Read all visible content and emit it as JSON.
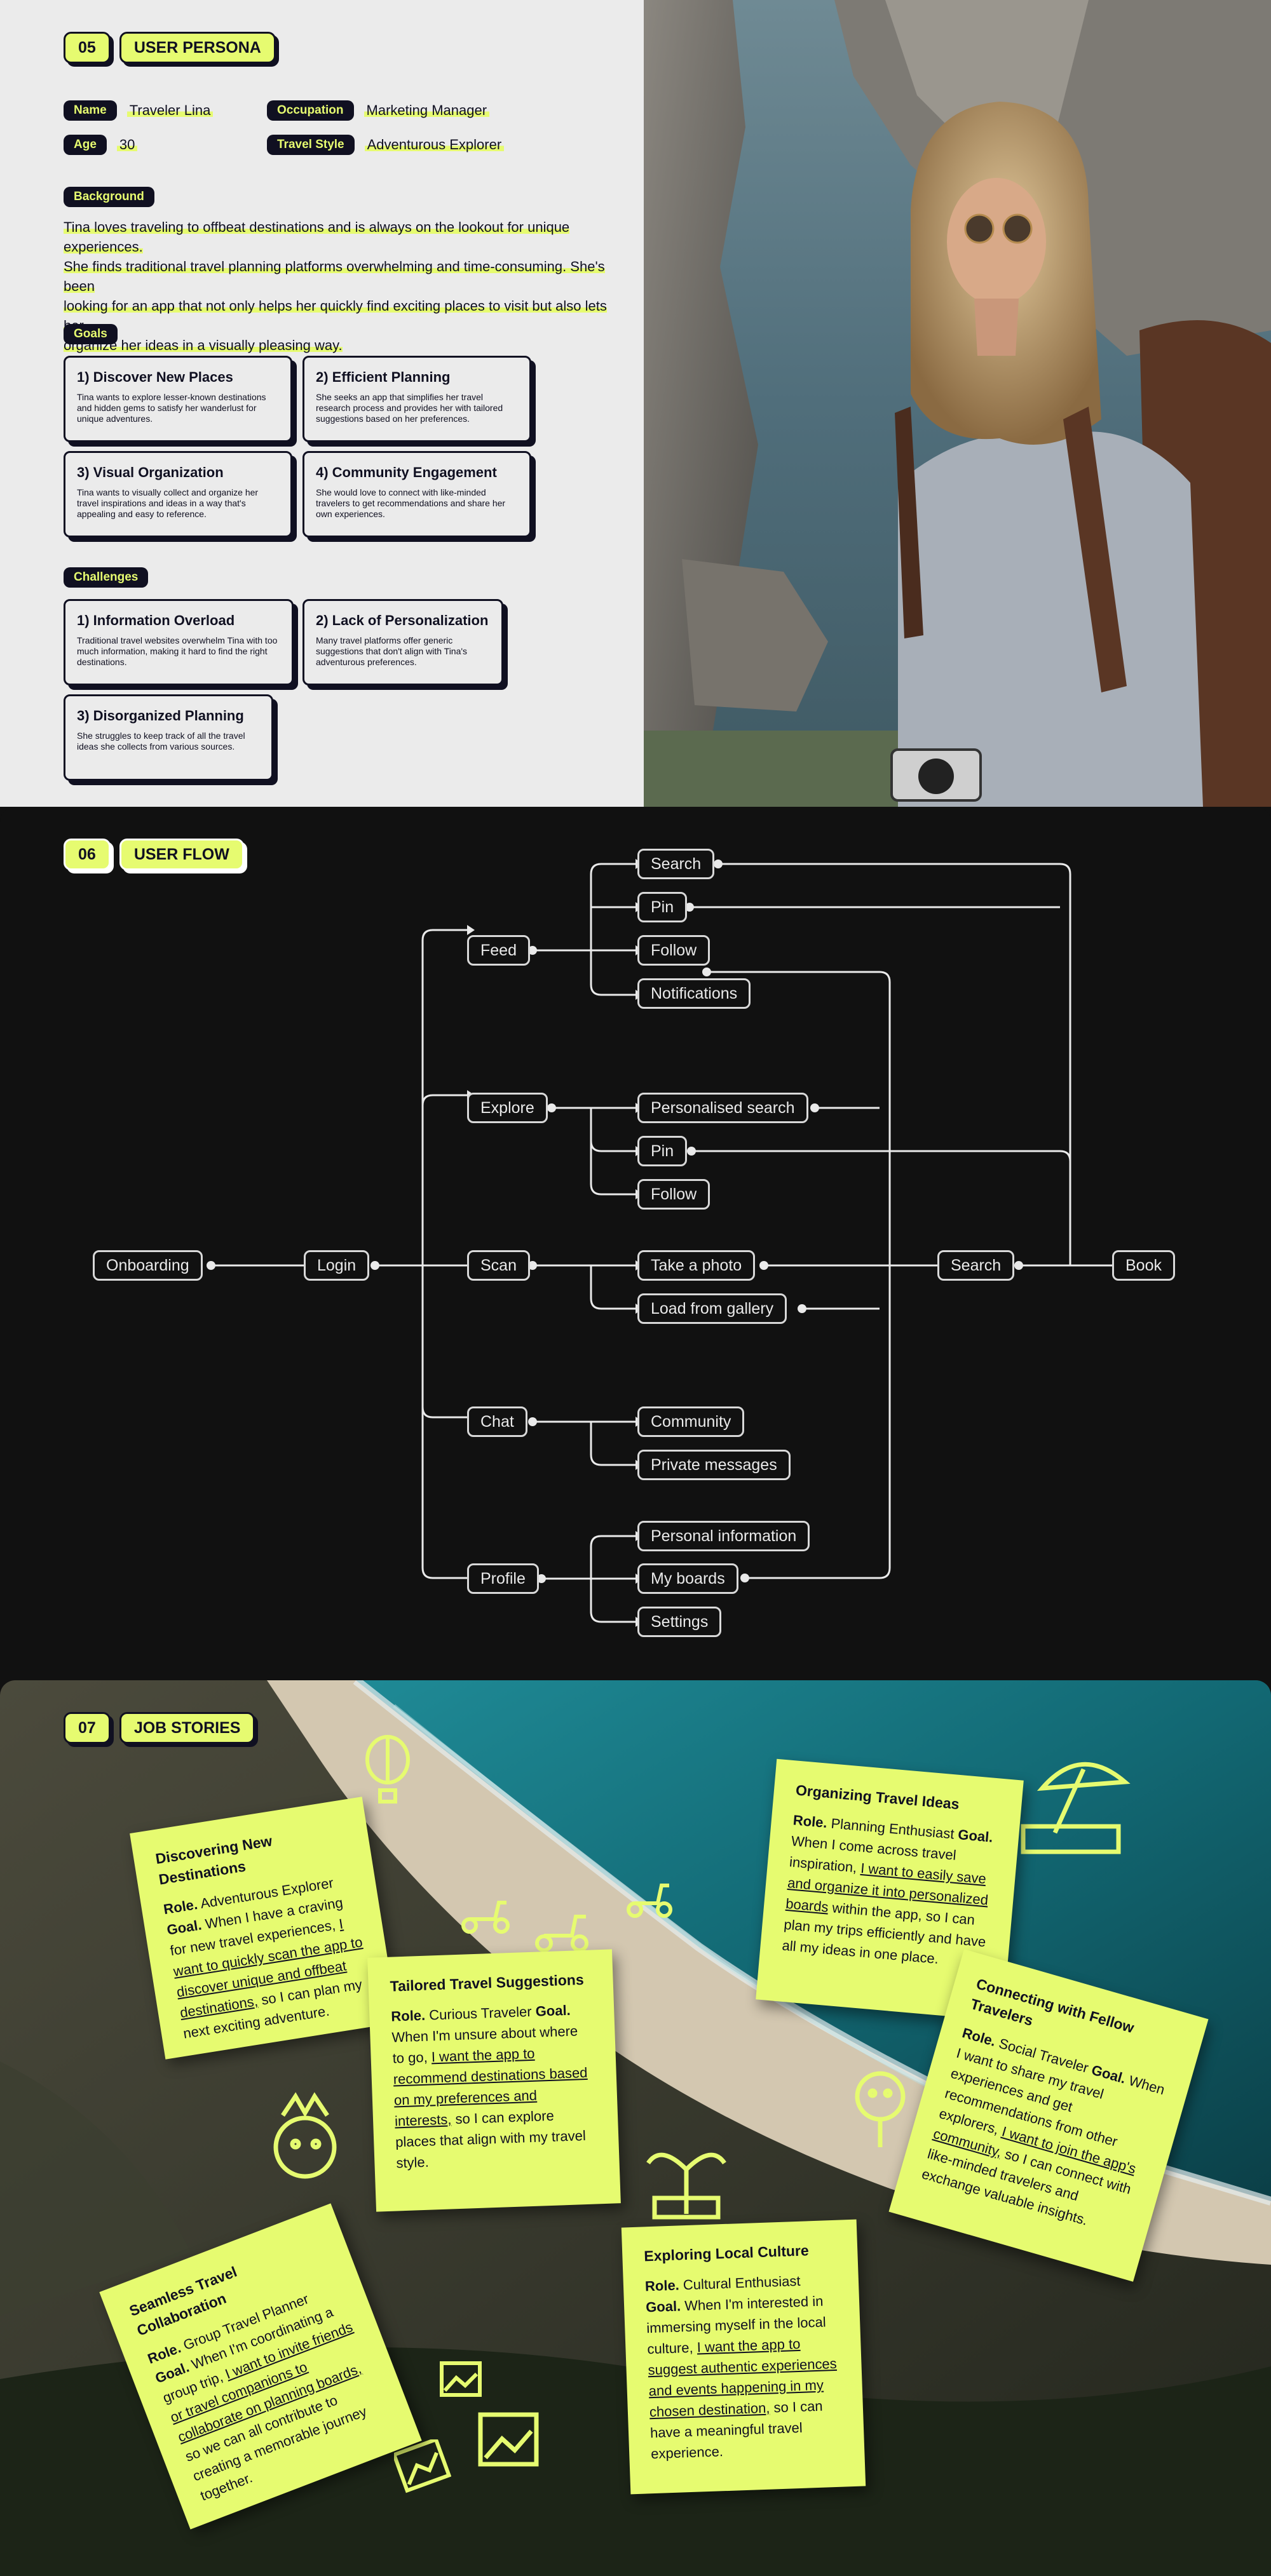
{
  "colors": {
    "accent": "#e6fb70",
    "ink": "#101021",
    "dark": "#111111"
  },
  "persona": {
    "num": "05",
    "title": "USER PERSONA",
    "fields": [
      {
        "label": "Name",
        "value": "Traveler Lina"
      },
      {
        "label": "Occupation",
        "value": "Marketing Manager"
      },
      {
        "label": "Age",
        "value": "30"
      },
      {
        "label": "Travel Style",
        "value": "Adventurous Explorer"
      }
    ],
    "background_label": "Background",
    "background_lines": [
      "Tina loves traveling to offbeat destinations and is always on the lookout for unique experiences.",
      "She finds traditional travel planning platforms overwhelming and time-consuming. She's been",
      "looking for an app that not only helps her quickly find exciting places to visit but also lets her",
      "organize her ideas in a visually pleasing way."
    ],
    "goals_label": "Goals",
    "goals": [
      {
        "title": "1) Discover New Places",
        "text": "Tina wants to explore lesser-known destinations and hidden gems to satisfy her wanderlust for unique adventures."
      },
      {
        "title": "2) Efficient Planning",
        "text": "She seeks an app that simplifies her travel research process and provides her with tailored suggestions based on her preferences."
      },
      {
        "title": "3) Visual Organization",
        "text": "Tina wants to visually collect and organize her travel inspirations and ideas in a way that's appealing and easy to reference."
      },
      {
        "title": "4) Community Engagement",
        "text": "She would love to connect with like-minded travelers to get recommendations and share her own experiences."
      }
    ],
    "challenges_label": "Challenges",
    "challenges": [
      {
        "title": "1) Information Overload",
        "text": "Traditional travel websites overwhelm Tina with too much information, making it hard to find the right destinations."
      },
      {
        "title": "2) Lack of Personalization",
        "text": "Many travel platforms offer generic suggestions that don't align with Tina's adventurous preferences."
      },
      {
        "title": "3) Disorganized Planning",
        "text": "She struggles to keep track of all the travel ideas she collects from various sources."
      }
    ]
  },
  "flow": {
    "num": "06",
    "title": "USER FLOW",
    "nodes": {
      "onboarding": "Onboarding",
      "login": "Login",
      "feed": "Feed",
      "explore": "Explore",
      "scan": "Scan",
      "chat": "Chat",
      "profile": "Profile",
      "search": "Search",
      "pin": "Pin",
      "follow": "Follow",
      "notifications": "Notifications",
      "personalised_search": "Personalised search",
      "pin2": "Pin",
      "follow2": "Follow",
      "take_photo": "Take a photo",
      "load_gallery": "Load from gallery",
      "community": "Community",
      "private_messages": "Private messages",
      "personal_info": "Personal information",
      "my_boards": "My boards",
      "settings": "Settings",
      "search2": "Search",
      "book": "Book"
    }
  },
  "stories": {
    "num": "07",
    "title": "JOB STORIES",
    "notes": [
      {
        "title": "Discovering New Destinations",
        "role": "Adventurous Explorer",
        "pre": "When I have a craving for new travel experiences,",
        "want": "I want to quickly scan the app to discover unique and offbeat destinations,",
        "post": "so I can plan my next exciting adventure."
      },
      {
        "title": "Tailored Travel Suggestions",
        "role": "Curious Traveler",
        "pre": "When I'm unsure about where to go,",
        "want": "I want the app to recommend destinations based on my preferences and interests,",
        "post": "so I can explore places that align with my travel style."
      },
      {
        "title": "Organizing Travel Ideas",
        "role": "Planning Enthusiast",
        "pre": "When I come across travel inspiration,",
        "want": "I want to easily save and organize it into personalized boards",
        "post": "within the app, so I can plan my trips efficiently and have all my ideas in one place."
      },
      {
        "title": "Connecting with Fellow Travelers",
        "role": "Social Traveler",
        "pre": "When I want to share my travel experiences and get recommendations from other explorers,",
        "want": "I want to join the app's community,",
        "post": "so I can connect with like-minded travelers and exchange valuable insights."
      },
      {
        "title": "Seamless Travel Collaboration",
        "role": "Group Travel Planner",
        "pre": "When I'm coordinating a group trip,",
        "want": "I want to invite friends or travel companions to collaborate on planning boards,",
        "post": "so we can all contribute to creating a memorable journey together."
      },
      {
        "title": "Exploring Local Culture",
        "role": "Cultural Enthusiast",
        "pre": "When I'm interested in immersing myself in the local culture,",
        "want": "I want the app to suggest authentic experiences and events happening in my chosen destination,",
        "post": "so I can have a meaningful travel experience."
      }
    ],
    "role_label": "Role.",
    "goal_label": "Goal."
  }
}
